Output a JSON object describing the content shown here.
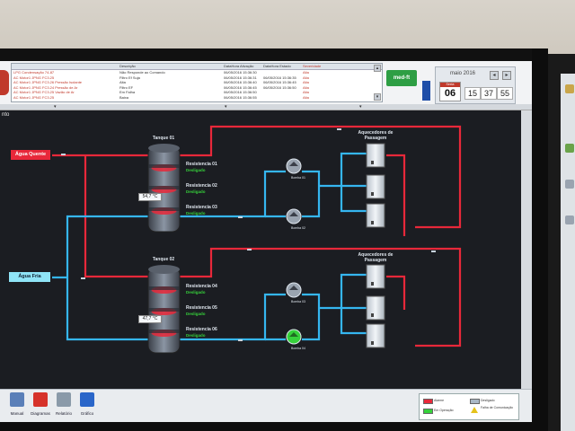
{
  "alarms": {
    "columns": [
      "",
      "Descrição",
      "DataHora Ativação",
      "DataHora Estado",
      "Severidade"
    ],
    "rows": [
      {
        "tag": "LPG Condensação 74-87",
        "desc": "Não Responde ao Comando",
        "t1": "06/05/2016 15:36:30",
        "t2": "",
        "sev": "Alta"
      },
      {
        "tag": "AC Motor1 JPNG FC3.25",
        "desc": "Filtro Ef Suja",
        "t1": "06/05/2016 15:36:31",
        "t2": "06/05/2016 15:36:35",
        "sev": "Alta"
      },
      {
        "tag": "AC Motor1 JPNG FC3.26 Pressão Isolante",
        "desc": "Alta",
        "t1": "06/05/2016 15:36:40",
        "t2": "06/05/2016 15:36:45",
        "sev": "Alta"
      },
      {
        "tag": "AC Motor1 JPNG FC3.24 Pressão de Ar",
        "desc": "Filtro EF",
        "t1": "06/05/2016 15:36:45",
        "t2": "06/05/2016 15:36:50",
        "sev": "Alta"
      },
      {
        "tag": "AC Motor1 JPNG FC3.25 Vazão de Ar",
        "desc": "Em Falha",
        "t1": "06/05/2016 15:36:50",
        "t2": "",
        "sev": "Alta"
      },
      {
        "tag": "AC Motor1 JPNG FC3.25",
        "desc": "Baixa",
        "t1": "06/05/2016 15:36:55",
        "t2": "",
        "sev": "Alta"
      }
    ]
  },
  "header": {
    "logo": "med-ft",
    "month": "maio 2016",
    "weekday": "Sexta",
    "day": "06",
    "hour": "15",
    "minute": "37",
    "second": "55",
    "prev": "◂",
    "next": "▸"
  },
  "panel_title": "nto",
  "water": {
    "hot": "Água Quente",
    "cold": "Água Fria"
  },
  "tanks": [
    {
      "name": "Tanque 01",
      "temperature": "54,7 °C",
      "resistors": [
        {
          "name": "Resistencia 01",
          "state": "Desligado"
        },
        {
          "name": "Resistencia 02",
          "state": "Desligado"
        },
        {
          "name": "Resistencia 03",
          "state": "Desligado"
        }
      ],
      "pumps": [
        "Bomba 01",
        "Bomba 02"
      ],
      "heaters": "Aquecedores de Passagem"
    },
    {
      "name": "Tanque 02",
      "temperature": "47,7 °C",
      "resistors": [
        {
          "name": "Resistencia 04",
          "state": "Desligado"
        },
        {
          "name": "Resistencia 05",
          "state": "Desligado"
        },
        {
          "name": "Resistencia 06",
          "state": "Desligado"
        }
      ],
      "pumps": [
        "Bomba 03",
        "Bomba 04"
      ],
      "heaters": "Aquecedores de Passagem"
    }
  ],
  "toolbar": [
    {
      "label": "Manual",
      "icon": "manual-book-icon",
      "color": "#5a7fb8"
    },
    {
      "label": "Diagramas",
      "icon": "pdf-icon",
      "color": "#d6322a"
    },
    {
      "label": "Relatório",
      "icon": "report-icon",
      "color": "#8a9aa9"
    },
    {
      "label": "Gráfico",
      "icon": "chart-icon",
      "color": "#2a66c9"
    }
  ],
  "legend": {
    "alarm": "Alarme",
    "off": "Desligado",
    "running": "Em Operação",
    "comm_fail": "Falha de Comunicação"
  },
  "colors": {
    "hot_pipe": "#e8283a",
    "cold_pipe": "#35b6f0",
    "on_green": "#36d13b",
    "alarm_red": "#c0392b",
    "background": "#1b1d22"
  }
}
